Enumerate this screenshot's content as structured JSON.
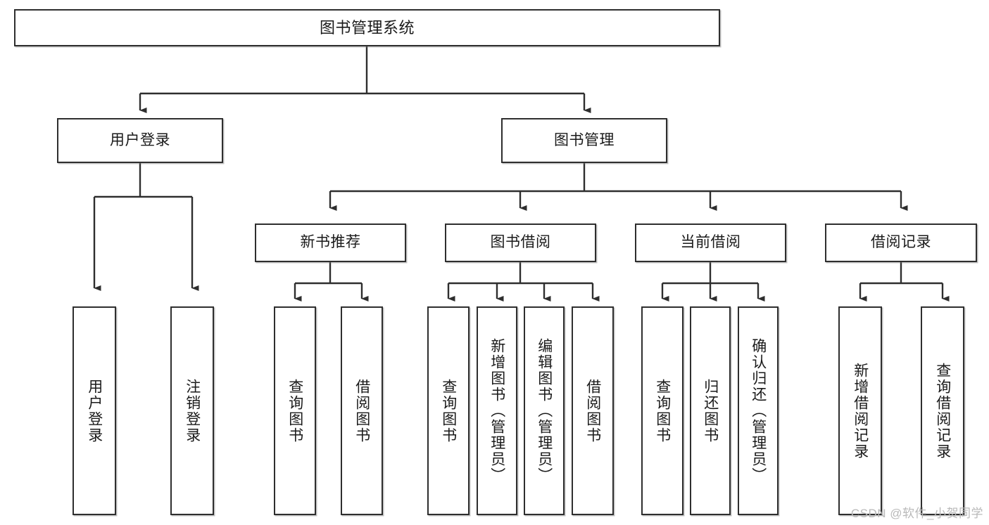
{
  "diagram": {
    "type": "tree",
    "title": "图书管理系统",
    "accent_color": "#2e2e2e",
    "background_color": "#ffffff",
    "root": {
      "label": "图书管理系统"
    },
    "level2": [
      {
        "label": "用户登录"
      },
      {
        "label": "图书管理"
      }
    ],
    "level3": [
      {
        "label": "新书推荐"
      },
      {
        "label": "图书借阅"
      },
      {
        "label": "当前借阅"
      },
      {
        "label": "借阅记录"
      }
    ],
    "leaves": {
      "user_login": [
        {
          "label": "用户登录"
        },
        {
          "label": "注销登录"
        }
      ],
      "new_book": [
        {
          "label": "查询图书"
        },
        {
          "label": "借阅图书"
        }
      ],
      "book_borrow": [
        {
          "label": "查询图书"
        },
        {
          "label": "新增图书（管理员）"
        },
        {
          "label": "编辑图书（管理员）"
        },
        {
          "label": "借阅图书"
        }
      ],
      "current_borrow": [
        {
          "label": "查询图书"
        },
        {
          "label": "归还图书"
        },
        {
          "label": "确认归还（管理员）"
        }
      ],
      "borrow_record": [
        {
          "label": "新增借阅记录"
        },
        {
          "label": "查询借阅记录"
        }
      ]
    }
  },
  "watermark": {
    "text": "CSDN @软件_小贺同学"
  }
}
